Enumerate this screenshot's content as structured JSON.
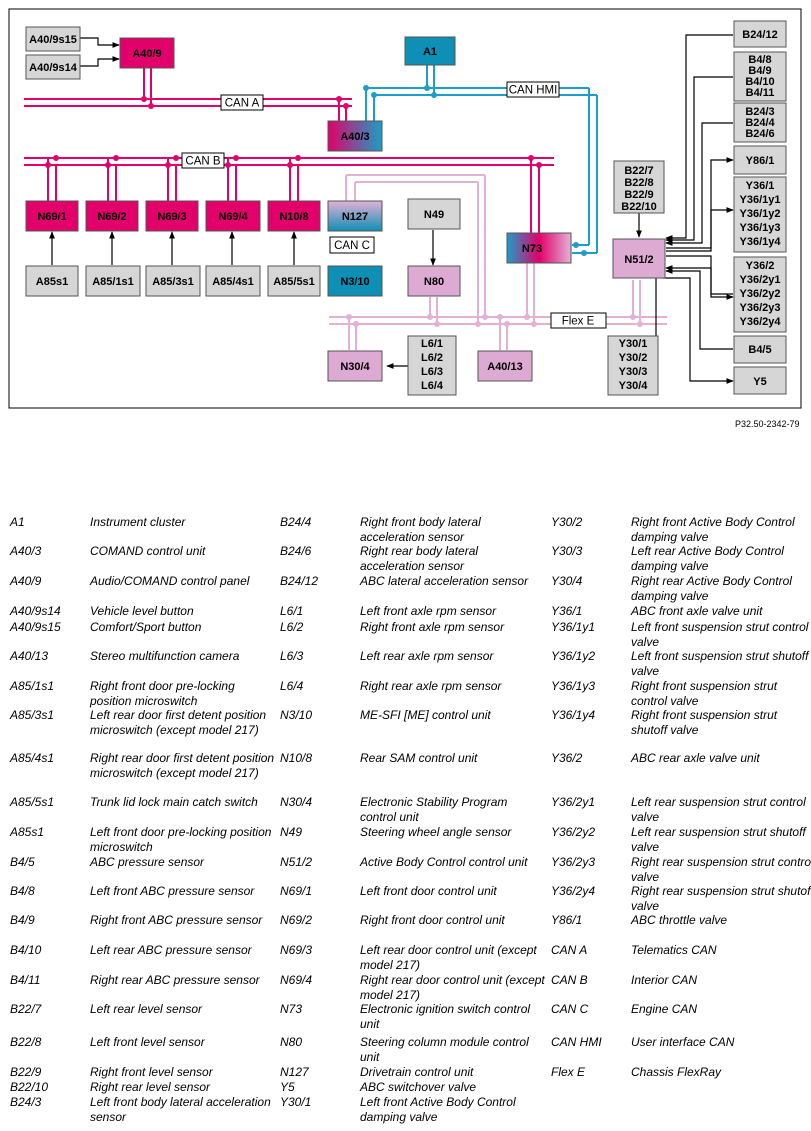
{
  "figure_id": "P32.50-2342-79",
  "colors": {
    "can_magenta": "#e2006a",
    "can_hmi_cyan": "#1c9ec6",
    "flex_pink": "#e3b1d6",
    "box_grey": "#d6d6d6",
    "unit_cyan": "#0e8fb5",
    "unit_pink": "#dcaad2"
  },
  "bus_labels": {
    "can_a": "CAN A",
    "can_b": "CAN B",
    "can_c": "CAN C",
    "can_hmi": "CAN HMI",
    "flex_e": "Flex E"
  },
  "components": {
    "a40_9s15": "A40/9s15",
    "a40_9s14": "A40/9s14",
    "a40_9": "A40/9",
    "a1": "A1",
    "a40_3": "A40/3",
    "n69_1": "N69/1",
    "n69_2": "N69/2",
    "n69_3": "N69/3",
    "n69_4": "N69/4",
    "n10_8": "N10/8",
    "n127": "N127",
    "n3_10": "N3/10",
    "n49": "N49",
    "n80": "N80",
    "n73": "N73",
    "n51_2": "N51/2",
    "a85s1": "A85s1",
    "a85_1s1": "A85/1s1",
    "a85_3s1": "A85/3s1",
    "a85_4s1": "A85/4s1",
    "a85_5s1": "A85/5s1",
    "n30_4": "N30/4",
    "a40_13": "A40/13",
    "l6_group": [
      "L6/1",
      "L6/2",
      "L6/3",
      "L6/4"
    ],
    "b22_group": [
      "B22/7",
      "B22/8",
      "B22/9",
      "B22/10"
    ],
    "y30_group": [
      "Y30/1",
      "Y30/2",
      "Y30/3",
      "Y30/4"
    ],
    "b24_12": "B24/12",
    "b4_group": [
      "B4/8",
      "B4/9",
      "B4/10",
      "B4/11"
    ],
    "b24_group": [
      "B24/3",
      "B24/4",
      "B24/6"
    ],
    "y86_1": "Y86/1",
    "y36_1_group": [
      "Y36/1",
      "Y36/1y1",
      "Y36/1y2",
      "Y36/1y3",
      "Y36/1y4"
    ],
    "y36_2_group": [
      "Y36/2",
      "Y36/2y1",
      "Y36/2y2",
      "Y36/2y3",
      "Y36/2y4"
    ],
    "b4_5": "B4/5",
    "y5": "Y5"
  },
  "legend": [
    [
      {
        "code": "A1",
        "desc": "Instrument cluster"
      },
      {
        "code": "A40/3",
        "desc": "COMAND control unit"
      },
      {
        "code": "A40/9",
        "desc": "Audio/COMAND control panel"
      },
      {
        "code": "A40/9s14",
        "desc": "Vehicle level button"
      },
      {
        "code": "A40/9s15",
        "desc": "Comfort/Sport button"
      },
      {
        "code": "A40/13",
        "desc": "Stereo multifunction camera"
      },
      {
        "code": "A85/1s1",
        "desc": "Right front door pre-locking position microswitch"
      },
      {
        "code": "A85/3s1",
        "desc": "Left rear door first detent position microswitch (except model 217)"
      },
      {
        "code": "A85/4s1",
        "desc": "Right rear door first detent position microswitch (except model 217)"
      },
      {
        "code": "A85/5s1",
        "desc": "Trunk lid lock main catch switch"
      },
      {
        "code": "A85s1",
        "desc": "Left front door pre-locking position microswitch"
      },
      {
        "code": "B4/5",
        "desc": "ABC pressure sensor"
      },
      {
        "code": "B4/8",
        "desc": "Left front ABC pressure sensor"
      },
      {
        "code": "B4/9",
        "desc": "Right front ABC pressure sensor"
      },
      {
        "code": "B4/10",
        "desc": "Left rear ABC pressure sensor"
      },
      {
        "code": "B4/11",
        "desc": "Right rear ABC pressure sensor"
      },
      {
        "code": "B22/7",
        "desc": "Left rear level sensor"
      },
      {
        "code": "B22/8",
        "desc": "Left front level sensor"
      },
      {
        "code": "B22/9",
        "desc": "Right front level sensor"
      },
      {
        "code": "B22/10",
        "desc": "Right rear level sensor"
      },
      {
        "code": "B24/3",
        "desc": "Left front body lateral acceleration sensor"
      }
    ],
    [
      {
        "code": "B24/4",
        "desc": "Right front body lateral acceleration sensor"
      },
      {
        "code": "B24/6",
        "desc": "Right rear body lateral acceleration sensor"
      },
      {
        "code": "B24/12",
        "desc": "ABC lateral acceleration sensor"
      },
      {
        "code": "L6/1",
        "desc": "Left front axle rpm sensor"
      },
      {
        "code": "L6/2",
        "desc": "Right front axle rpm sensor"
      },
      {
        "code": "L6/3",
        "desc": "Left rear axle rpm sensor"
      },
      {
        "code": "L6/4",
        "desc": "Right rear axle rpm sensor"
      },
      {
        "code": "N3/10",
        "desc": "ME-SFI [ME] control unit"
      },
      {
        "code": "N10/8",
        "desc": "Rear SAM control unit"
      },
      {
        "code": "N30/4",
        "desc": "Electronic Stability Program control unit"
      },
      {
        "code": "N49",
        "desc": "Steering wheel angle sensor"
      },
      {
        "code": "N51/2",
        "desc": "Active Body Control control unit"
      },
      {
        "code": "N69/1",
        "desc": "Left front door control unit"
      },
      {
        "code": "N69/2",
        "desc": "Right front door control unit"
      },
      {
        "code": "N69/3",
        "desc": "Left rear door control unit (except model 217)"
      },
      {
        "code": "N69/4",
        "desc": "Right rear door control unit (except model 217)"
      },
      {
        "code": "N73",
        "desc": "Electronic ignition switch control unit"
      },
      {
        "code": "N80",
        "desc": "Steering column module control unit"
      },
      {
        "code": "N127",
        "desc": "Drivetrain control unit"
      },
      {
        "code": "Y5",
        "desc": "ABC switchover valve"
      },
      {
        "code": "Y30/1",
        "desc": "Left front Active Body Control damping valve"
      }
    ],
    [
      {
        "code": "Y30/2",
        "desc": "Right front Active Body Control damping valve"
      },
      {
        "code": "Y30/3",
        "desc": "Left rear Active Body Control damping valve"
      },
      {
        "code": "Y30/4",
        "desc": "Right rear Active Body Control damping valve"
      },
      {
        "code": "Y36/1",
        "desc": "ABC front axle valve unit"
      },
      {
        "code": "Y36/1y1",
        "desc": "Left front suspension strut control valve"
      },
      {
        "code": "Y36/1y2",
        "desc": "Left front suspension strut shutoff valve"
      },
      {
        "code": "Y36/1y3",
        "desc": "Right front suspension strut control valve"
      },
      {
        "code": "Y36/1y4",
        "desc": "Right front suspension strut shutoff valve"
      },
      {
        "code": "Y36/2",
        "desc": "ABC rear axle valve unit"
      },
      {
        "code": "Y36/2y1",
        "desc": "Left rear suspension strut control valve"
      },
      {
        "code": "Y36/2y2",
        "desc": "Left rear suspension strut shutoff valve"
      },
      {
        "code": "Y36/2y3",
        "desc": "Right rear suspension strut control valve"
      },
      {
        "code": "Y36/2y4",
        "desc": "Right rear suspension strut shutoff valve"
      },
      {
        "code": "Y86/1",
        "desc": "ABC throttle valve"
      },
      {
        "code": "CAN A",
        "desc": "Telematics CAN"
      },
      {
        "code": "CAN B",
        "desc": "Interior CAN"
      },
      {
        "code": "CAN C",
        "desc": "Engine CAN"
      },
      {
        "code": "CAN HMI",
        "desc": "User interface CAN"
      },
      {
        "code": "Flex E",
        "desc": "Chassis FlexRay"
      }
    ]
  ]
}
